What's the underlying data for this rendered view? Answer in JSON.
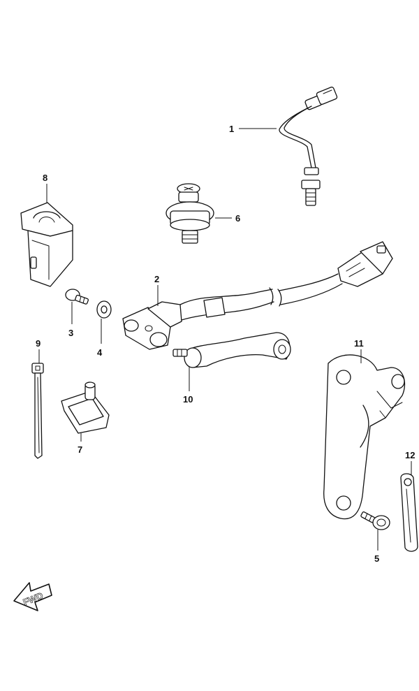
{
  "labels": {
    "p1": "1",
    "p2": "2",
    "p3": "3",
    "p4": "4",
    "p5": "5",
    "p6": "6",
    "p7": "7",
    "p8": "8",
    "p9": "9",
    "p10": "10",
    "p11": "11",
    "p12": "12"
  },
  "fwd": "FWD"
}
